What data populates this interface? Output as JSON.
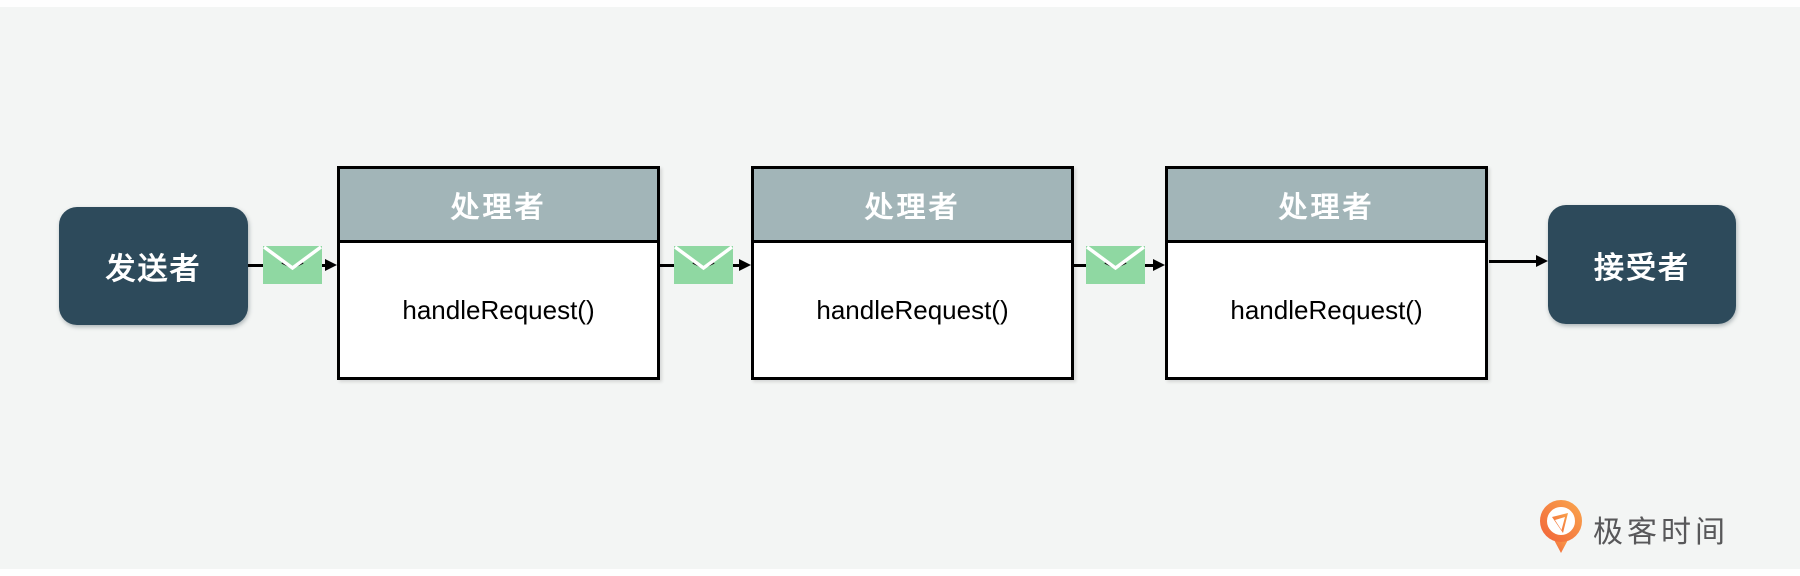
{
  "diagram": {
    "sender": {
      "label": "发送者"
    },
    "handlers": [
      {
        "title": "处理者",
        "method": "handleRequest()"
      },
      {
        "title": "处理者",
        "method": "handleRequest()"
      },
      {
        "title": "处理者",
        "method": "handleRequest()"
      }
    ],
    "receiver": {
      "label": "接受者"
    },
    "envelopes_count": 3,
    "colors": {
      "background": "#f3f5f4",
      "endpoint_fill": "#2d4a5b",
      "endpoint_text": "#ffffff",
      "handler_header_fill": "#a2b5b8",
      "handler_header_text": "#ffffff",
      "handler_body_fill": "#ffffff",
      "handler_body_text": "#000000",
      "box_border": "#000000",
      "connector": "#000000",
      "envelope_fill": "#8fd8a2",
      "envelope_flap": "#ffffff"
    },
    "icons": {
      "envelope": "mail-envelope-icon"
    }
  },
  "branding": {
    "logo_text": "极客时间",
    "logo_icon": "geektime-pin-icon",
    "logo_icon_color_start": "#f2683a",
    "logo_icon_color_end": "#f9a24c",
    "logo_text_color": "#58585a"
  }
}
